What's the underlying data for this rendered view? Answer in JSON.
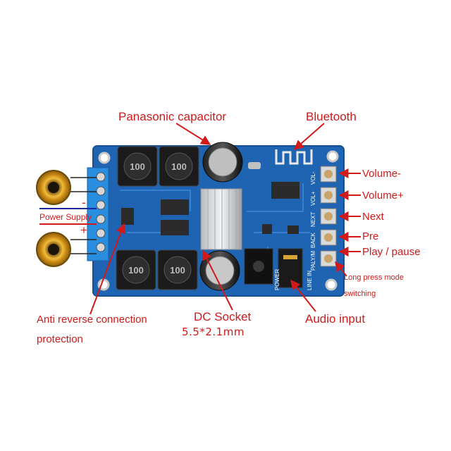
{
  "labels": {
    "panasonic_capacitor": "Panasonic capacitor",
    "bluetooth": "Bluetooth",
    "volume_minus": "Volume-",
    "volume_plus": "Volume+",
    "next": "Next",
    "pre": "Pre",
    "play_pause": "Play / pause",
    "long_press_line1": "Long press mode",
    "long_press_line2": "switching",
    "power_supply": "Power Supply",
    "minus_sign": "-",
    "plus_sign": "+",
    "anti_reverse_line1": "Anti reverse connection",
    "anti_reverse_line2": "protection",
    "dc_socket_line1": "DC Socket",
    "dc_socket_line2": "5.5*2.1mm",
    "audio_input": "Audio input"
  },
  "board_silkscreen": {
    "inductor_code": "100",
    "button_labels": [
      "VOL-",
      "VOL+",
      "NEXT",
      "BACK",
      "PALY/M"
    ],
    "line_in": "LINE IN",
    "power": "POWER"
  },
  "colors": {
    "pcb": "#1f63b3",
    "label_red": "#d11a1a",
    "terminal_blue": "#2a8ee0",
    "speaker_gold": "#e0a12a"
  }
}
